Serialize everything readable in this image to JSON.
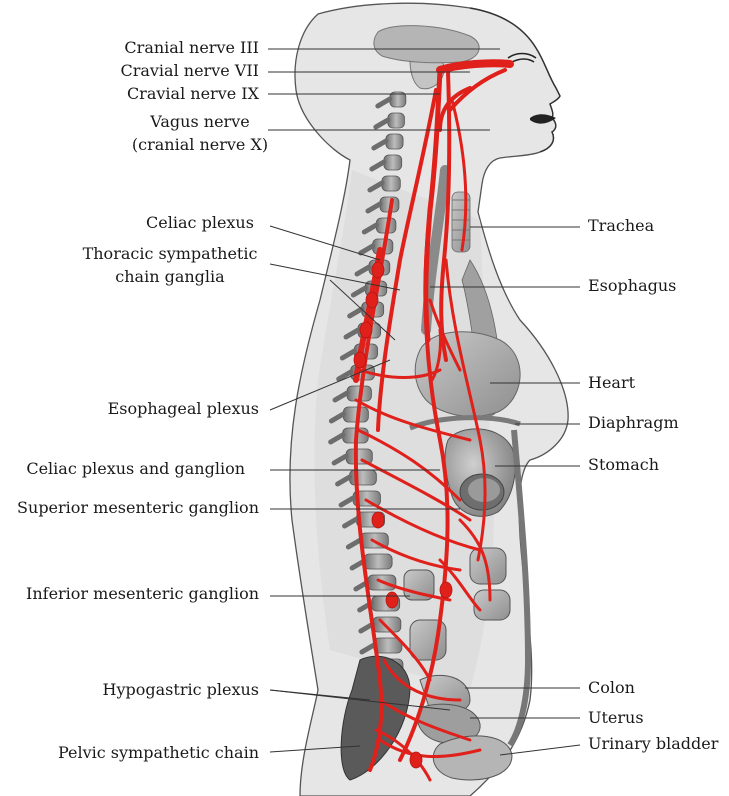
{
  "left_labels": {
    "cranial_nerve_iii": "Cranial nerve III",
    "cranial_nerve_vii": "Cravial nerve VII",
    "cranial_nerve_ix": "Cravial nerve IX",
    "vagus_nerve_line1": "Vagus nerve",
    "vagus_nerve_line2": "(cranial nerve X)",
    "celiac_plexus": "Celiac plexus",
    "thoracic_line1": "Thoracic sympathetic",
    "thoracic_line2": "chain ganglia",
    "esophageal_plexus": "Esophageal plexus",
    "celiac_plexus_ganglion": "Celiac plexus and ganglion",
    "superior_mesenteric": "Superior mesenteric ganglion",
    "inferior_mesenteric": "Inferior mesenteric ganglion",
    "hypogastric_plexus": "Hypogastric plexus",
    "pelvic_chain": "Pelvic sympathetic chain"
  },
  "right_labels": {
    "trachea": "Trachea",
    "esophagus": "Esophagus",
    "heart": "Heart",
    "diaphragm": "Diaphragm",
    "stomach": "Stomach",
    "colon": "Colon",
    "uterus": "Uterus",
    "urinary_bladder": "Urinary bladder"
  },
  "colors": {
    "nerve": "#e0201b",
    "nerve_dark": "#b51510",
    "body_fill": "#e6e6e6",
    "body_outline": "#555555",
    "bone": "#8c8c8c",
    "organ": "#a9a9a9",
    "leader": "#333333"
  }
}
